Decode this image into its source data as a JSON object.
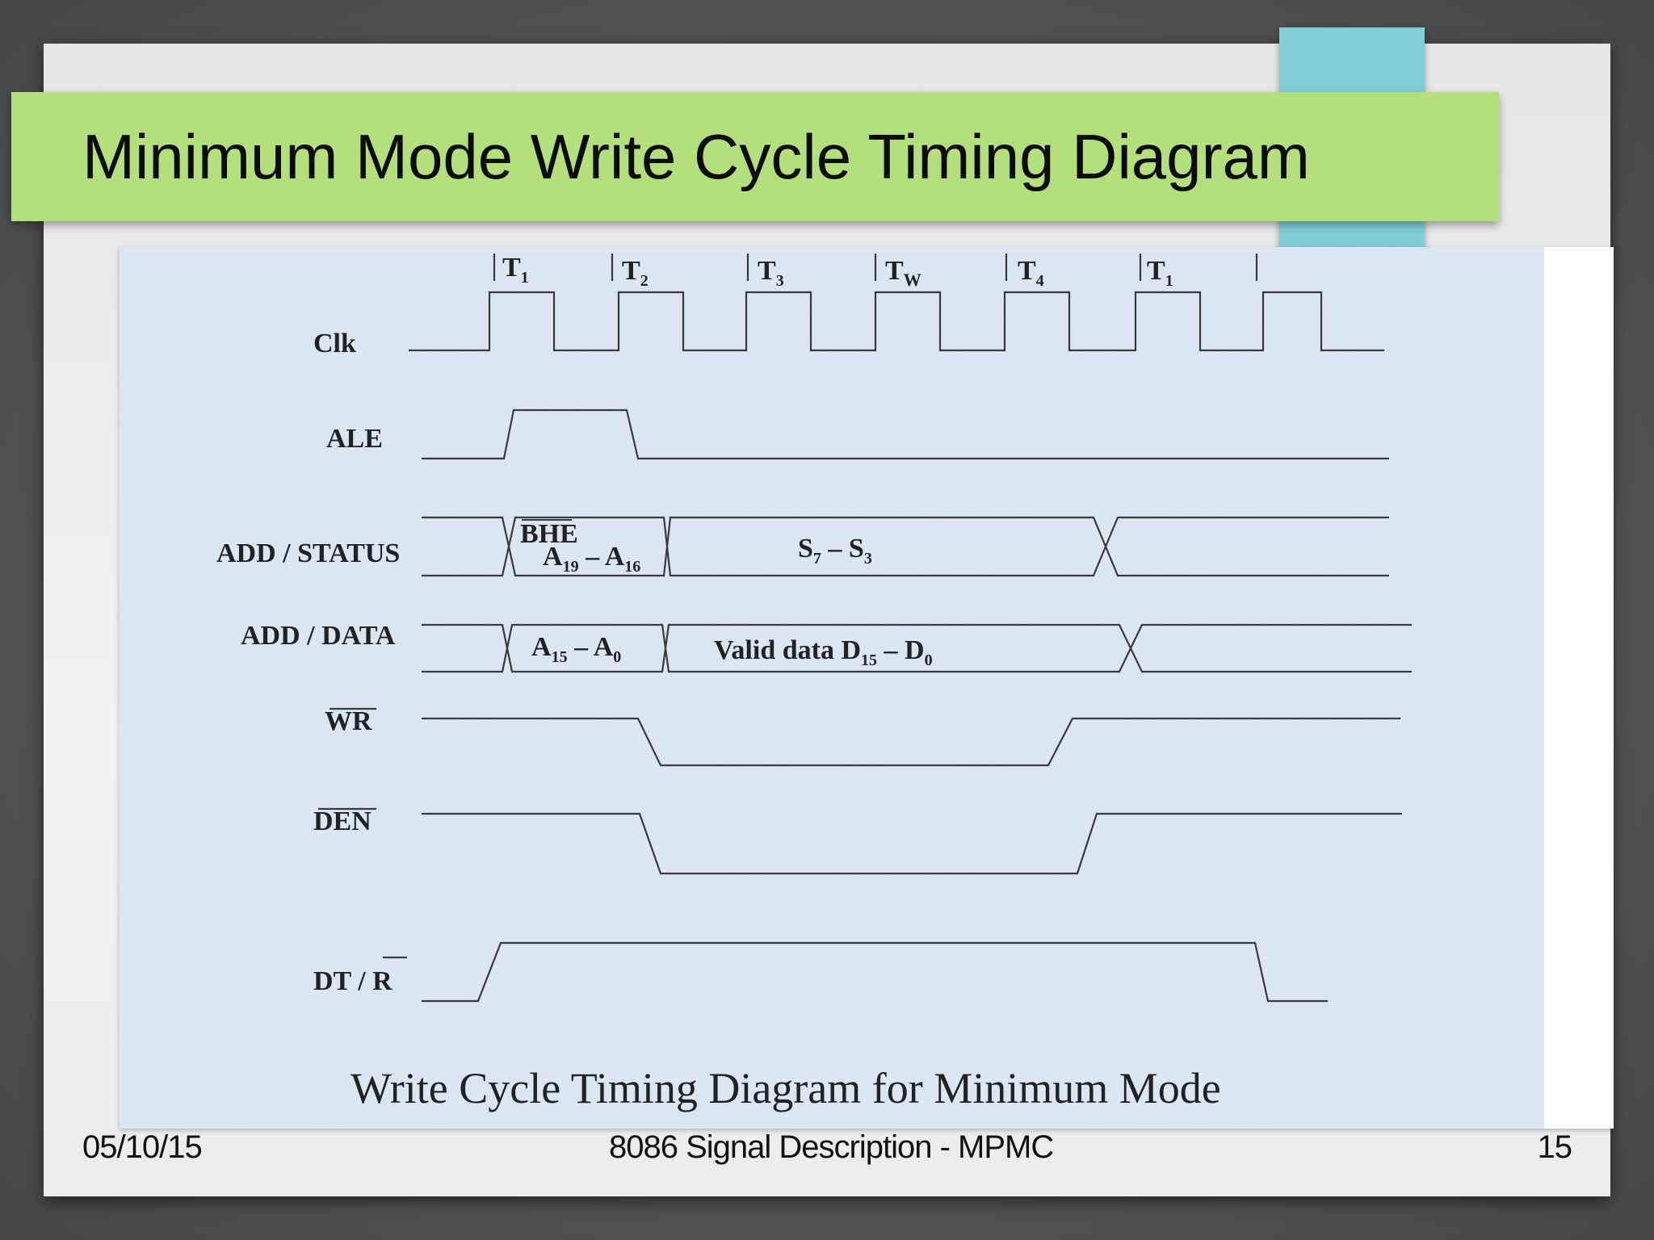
{
  "slide": {
    "title": "Minimum Mode Write Cycle Timing Diagram",
    "footer_date": "05/10/15",
    "footer_center": "8086 Signal Description - MPMC",
    "page_number": "15"
  },
  "diagram": {
    "caption": "Write Cycle Timing Diagram for Minimum Mode",
    "clock_states": [
      {
        "main": "T",
        "sub": "1"
      },
      {
        "main": "T",
        "sub": "2"
      },
      {
        "main": "T",
        "sub": "3"
      },
      {
        "main": "T",
        "sub": "W"
      },
      {
        "main": "T",
        "sub": "4"
      },
      {
        "main": "T",
        "sub": "1"
      }
    ],
    "signals": {
      "clk": "Clk",
      "ale": "ALE",
      "add_status": "ADD / STATUS",
      "add_data": "ADD / DATA",
      "wr": "WR",
      "den": "DEN",
      "dtr_prefix": "DT / ",
      "dtr_bar": "R"
    },
    "labels": {
      "bhe": "BHE",
      "a19_a16": {
        "a": "A",
        "a_sub": "19",
        "dash": " – ",
        "b": "A",
        "b_sub": "16"
      },
      "s7_s3": {
        "a": "S",
        "a_sub": "7",
        "dash": " – ",
        "b": "S",
        "b_sub": "3"
      },
      "a15_a0": {
        "a": "A",
        "a_sub": "15",
        "dash": " – ",
        "b": "A",
        "b_sub": "0"
      },
      "valid_data": {
        "text": "Valid data ",
        "a": "D",
        "a_sub": "15",
        "dash": " – ",
        "b": "D",
        "b_sub": "0"
      }
    }
  }
}
